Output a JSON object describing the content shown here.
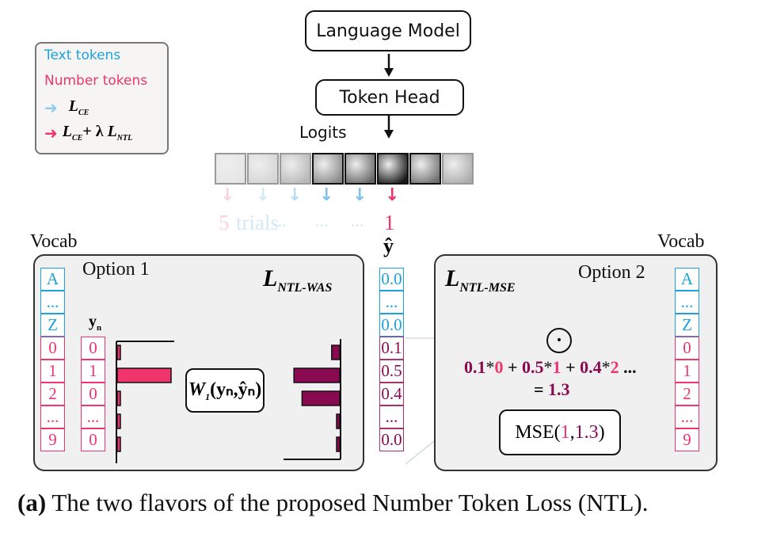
{
  "colors": {
    "text_token": "#1aa3dc",
    "number_token": "#f0356d",
    "prediction": "#8a0a52",
    "arrow_light_blue": "#8fcaf2",
    "arrow_pink": "#f0356d"
  },
  "legend": {
    "text_tokens": "Text tokens",
    "number_tokens": "Number tokens",
    "ce_loss": "L",
    "ce_sub": "CE",
    "ntl_plus": "+ λ ",
    "ntl_loss": "L",
    "ntl_sub": "NTL"
  },
  "pipeline": {
    "language_model": "Language Model",
    "token_head": "Token Head",
    "logits_label": "Logits",
    "logit_intensities": [
      0.05,
      0.12,
      0.25,
      0.45,
      0.6,
      0.95,
      0.55,
      0.3
    ],
    "sampled_tokens": [
      "5",
      "trials",
      "...",
      "...",
      "...",
      "1"
    ]
  },
  "prediction_column": {
    "label": "ŷ",
    "text_values": [
      "0.0",
      "...",
      "0.0"
    ],
    "number_values": [
      "0.1",
      "0.5",
      "0.4",
      "...",
      "0.0"
    ]
  },
  "option1": {
    "vocab_label": "Vocab",
    "title": "Option 1",
    "loss_name": "L",
    "loss_sub": "NTL-WAS",
    "vocab_text": [
      "A",
      "...",
      "Z"
    ],
    "vocab_numbers": [
      "0",
      "1",
      "2",
      "...",
      "9"
    ],
    "yn_label": "y",
    "yn_sub": "n",
    "yn_values": [
      "0",
      "1",
      "0",
      "...",
      "0"
    ],
    "target_hist": [
      0.05,
      1.0,
      0.05,
      0.05,
      0.05
    ],
    "pred_hist": [
      0.15,
      0.85,
      0.7,
      0.05,
      0.05
    ],
    "wasserstein": "W",
    "wasserstein_sub": "1",
    "wasserstein_args": "(yₙ,ŷₙ)"
  },
  "option2": {
    "vocab_label": "Vocab",
    "title": "Option 2",
    "loss_name": "L",
    "loss_sub": "NTL-MSE",
    "dot_symbol": "⊙",
    "vocab_text": [
      "A",
      "...",
      "Z"
    ],
    "vocab_numbers": [
      "0",
      "1",
      "2",
      "...",
      "9"
    ],
    "equation_terms": [
      {
        "p": "0.1",
        "v": "0"
      },
      {
        "p": "0.5",
        "v": "1"
      },
      {
        "p": "0.4",
        "v": "2"
      }
    ],
    "equation_tail": "...",
    "equation_result_prefix": "= ",
    "equation_result": "1.3",
    "mse_prefix": "MSE(",
    "mse_true": "1",
    "mse_sep": ", ",
    "mse_pred": "1.3",
    "mse_suffix": ")"
  },
  "caption": {
    "label": "(a)",
    "text": " The two flavors of the proposed Number Token Loss (NTL)."
  }
}
